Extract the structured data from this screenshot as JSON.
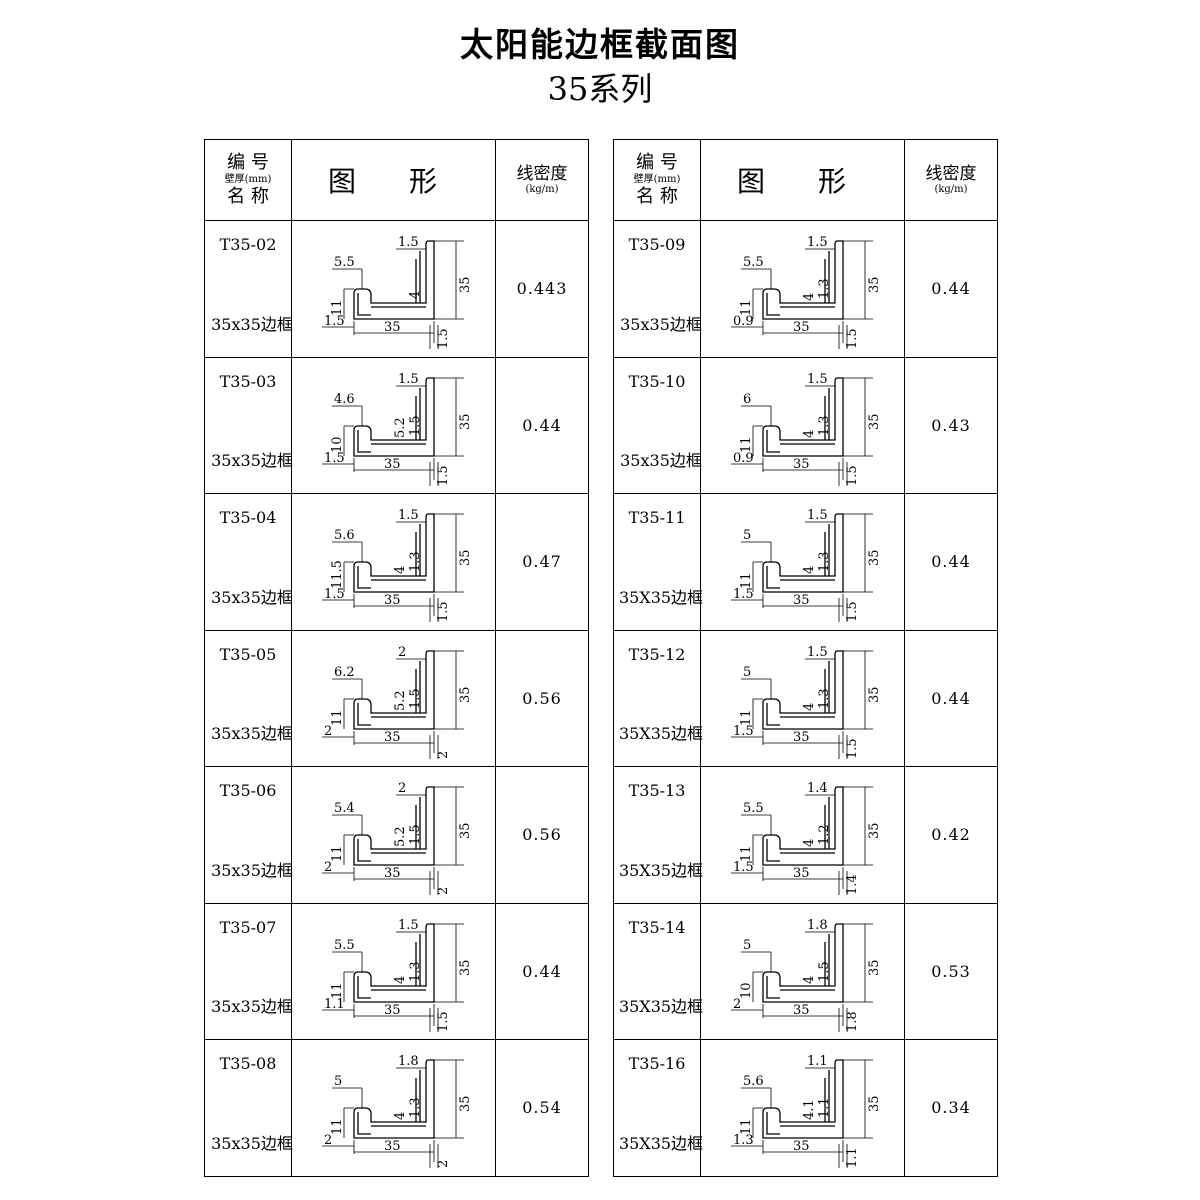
{
  "title": "太阳能边框截面图",
  "subtitle": "35系列",
  "header": {
    "code_label": "编  号",
    "wall_label": "壁厚(mm)",
    "name_label": "名  称",
    "shape_label": "图 形",
    "density_label": "线密度",
    "density_unit": "(kg/m)"
  },
  "left": [
    {
      "code": "T35-02",
      "name": "35x35边框",
      "density": "0.443",
      "dims": {
        "top": "1.5",
        "lip": "5.5",
        "inner_a": "",
        "inner_b": "4",
        "vertical": "35",
        "left_h": "11",
        "bottom_left": "1.5",
        "width": "35",
        "bottom_right": "1.5"
      }
    },
    {
      "code": "T35-03",
      "name": "35x35边框",
      "density": "0.44",
      "dims": {
        "top": "1.5",
        "lip": "4.6",
        "inner_a": "5.2",
        "inner_b": "1.5",
        "vertical": "35",
        "left_h": "10",
        "bottom_left": "1.5",
        "width": "35",
        "bottom_right": "1.5"
      }
    },
    {
      "code": "T35-04",
      "name": "35x35边框",
      "density": "0.47",
      "dims": {
        "top": "1.5",
        "lip": "5.6",
        "inner_a": "4",
        "inner_b": "1.3",
        "vertical": "35",
        "left_h": "11.5",
        "bottom_left": "1.5",
        "width": "35",
        "bottom_right": "1.5"
      }
    },
    {
      "code": "T35-05",
      "name": "35x35边框",
      "density": "0.56",
      "dims": {
        "top": "2",
        "lip": "6.2",
        "inner_a": "5.2",
        "inner_b": "1.5",
        "vertical": "35",
        "left_h": "11",
        "bottom_left": "2",
        "width": "35",
        "bottom_right": "2"
      }
    },
    {
      "code": "T35-06",
      "name": "35x35边框",
      "density": "0.56",
      "dims": {
        "top": "2",
        "lip": "5.4",
        "inner_a": "5.2",
        "inner_b": "1.5",
        "vertical": "35",
        "left_h": "11",
        "bottom_left": "2",
        "width": "35",
        "bottom_right": "2"
      }
    },
    {
      "code": "T35-07",
      "name": "35x35边框",
      "density": "0.44",
      "dims": {
        "top": "1.5",
        "lip": "5.5",
        "inner_a": "4",
        "inner_b": "1.3",
        "vertical": "35",
        "left_h": "11",
        "bottom_left": "1.1",
        "width": "35",
        "bottom_right": "1.5"
      }
    },
    {
      "code": "T35-08",
      "name": "35x35边框",
      "density": "0.54",
      "dims": {
        "top": "1.8",
        "lip": "5",
        "inner_a": "4",
        "inner_b": "1.3",
        "vertical": "35",
        "left_h": "11",
        "bottom_left": "2",
        "width": "35",
        "bottom_right": "2"
      }
    }
  ],
  "right": [
    {
      "code": "T35-09",
      "name": "35x35边框",
      "density": "0.44",
      "dims": {
        "top": "1.5",
        "lip": "5.5",
        "inner_a": "4",
        "inner_b": "1.3",
        "vertical": "35",
        "left_h": "11",
        "bottom_left": "0.9",
        "width": "35",
        "bottom_right": "1.5"
      }
    },
    {
      "code": "T35-10",
      "name": "35x35边框",
      "density": "0.43",
      "dims": {
        "top": "1.5",
        "lip": "6",
        "inner_a": "4",
        "inner_b": "1.3",
        "vertical": "35",
        "left_h": "11",
        "bottom_left": "0.9",
        "width": "35",
        "bottom_right": "1.5"
      }
    },
    {
      "code": "T35-11",
      "name": "35X35边框",
      "density": "0.44",
      "dims": {
        "top": "1.5",
        "lip": "5",
        "inner_a": "4",
        "inner_b": "1.3",
        "vertical": "35",
        "left_h": "11",
        "bottom_left": "1.5",
        "width": "35",
        "bottom_right": "1.5"
      }
    },
    {
      "code": "T35-12",
      "name": "35X35边框",
      "density": "0.44",
      "dims": {
        "top": "1.5",
        "lip": "5",
        "inner_a": "4",
        "inner_b": "1.3",
        "vertical": "35",
        "left_h": "11",
        "bottom_left": "1.5",
        "width": "35",
        "bottom_right": "1.5"
      }
    },
    {
      "code": "T35-13",
      "name": "35X35边框",
      "density": "0.42",
      "dims": {
        "top": "1.4",
        "lip": "5.5",
        "inner_a": "4",
        "inner_b": "1.2",
        "vertical": "35",
        "left_h": "11",
        "bottom_left": "1.5",
        "width": "35",
        "bottom_right": "1.4"
      }
    },
    {
      "code": "T35-14",
      "name": "35X35边框",
      "density": "0.53",
      "dims": {
        "top": "1.8",
        "lip": "5",
        "inner_a": "4",
        "inner_b": "1.5",
        "vertical": "35",
        "left_h": "10",
        "bottom_left": "2",
        "width": "35",
        "bottom_right": "1.8"
      }
    },
    {
      "code": "T35-16",
      "name": "35X35边框",
      "density": "0.34",
      "dims": {
        "top": "1.1",
        "lip": "5.6",
        "inner_a": "4.1",
        "inner_b": "1.1",
        "vertical": "35",
        "left_h": "11",
        "bottom_left": "1.3",
        "width": "35",
        "bottom_right": "1.1"
      }
    }
  ]
}
